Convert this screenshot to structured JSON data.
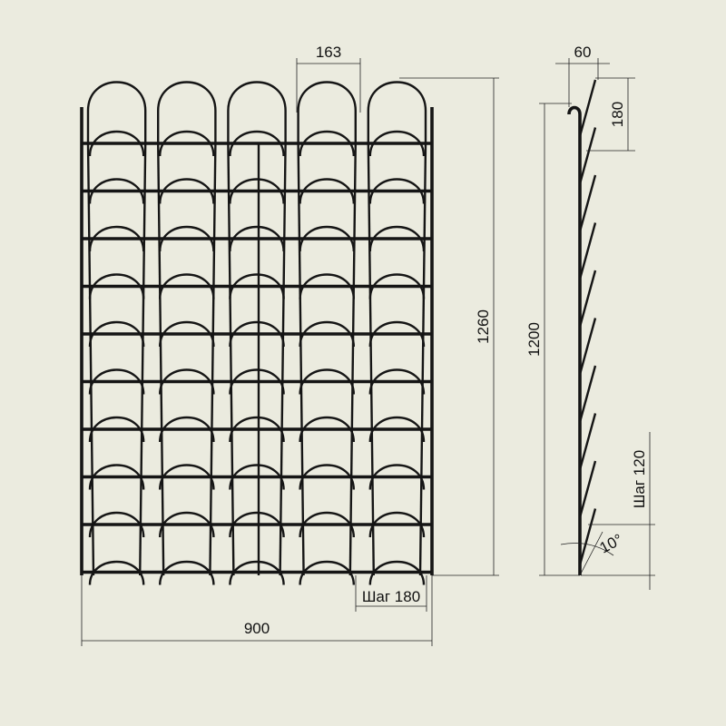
{
  "front_view": {
    "columns": 5,
    "shelf_rows": 9,
    "dims": {
      "width": "900",
      "height": "1260",
      "cell_width": "163",
      "pitch": "Шаг 180"
    }
  },
  "side_view": {
    "shelves": 10,
    "dims": {
      "depth": "60",
      "top_offset": "180",
      "height": "1200",
      "pitch": "Шаг 120",
      "angle": "10°"
    }
  },
  "colors": {
    "background": "#ebebdf",
    "line": "#151515"
  }
}
